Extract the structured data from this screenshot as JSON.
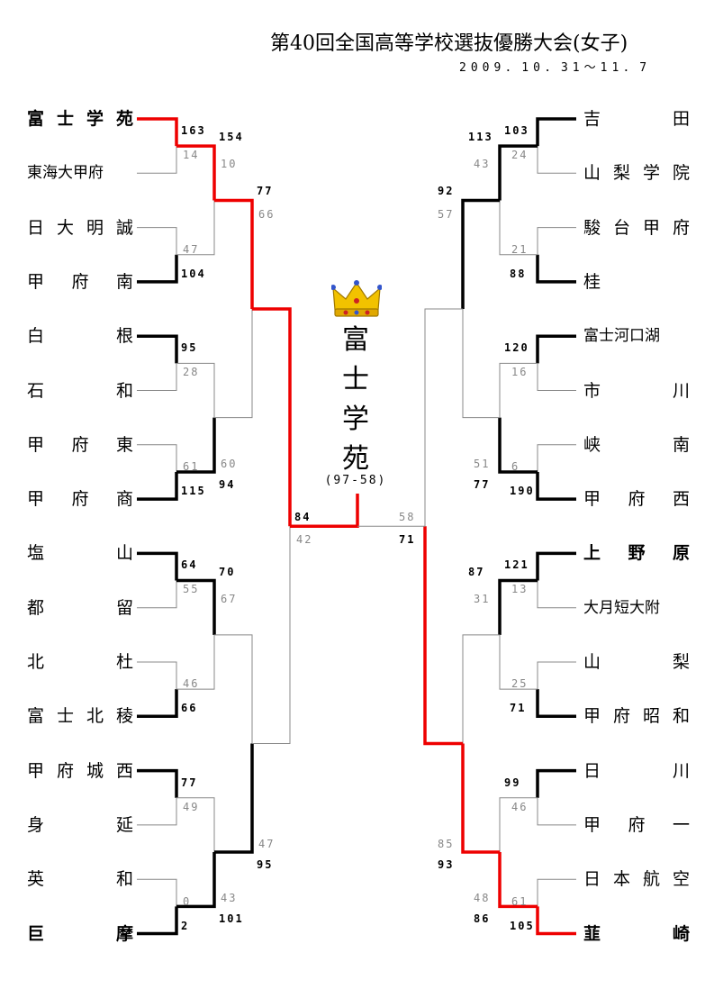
{
  "title": "第40回全国高等学校選抜優勝大会(女子)",
  "dates": "2009．10．31～11．7",
  "champion": {
    "name": "富士学苑",
    "score": "(97-58)"
  },
  "colors": {
    "winner_path": "#ee0000",
    "line": "#000000",
    "thin": "#888888",
    "crown": "#f2c200"
  },
  "left_teams": [
    "富士学苑",
    "東海大甲府",
    "日大明誠",
    "甲府南",
    "白根",
    "石和",
    "甲府東",
    "甲府商",
    "塩山",
    "都留",
    "北杜",
    "富士北稜",
    "甲府城西",
    "身延",
    "英和",
    "巨摩"
  ],
  "right_teams": [
    "吉田",
    "山梨学院",
    "駿台甲府",
    "桂",
    "富士河口湖",
    "市川",
    "峡南",
    "甲府西",
    "上野原",
    "大月短大附",
    "山梨",
    "甲府昭和",
    "日川",
    "甲府一",
    "日本航空",
    "韮崎"
  ],
  "scores": {
    "l1": [
      [
        "163",
        "14"
      ],
      [
        "47",
        "104"
      ],
      [
        "95",
        "28"
      ],
      [
        "61",
        "115"
      ],
      [
        "64",
        "55"
      ],
      [
        "46",
        "66"
      ],
      [
        "77",
        "49"
      ],
      [
        "0",
        "2"
      ]
    ],
    "l2": [
      [
        "154",
        "10"
      ],
      [
        "60",
        "94"
      ],
      [
        "70",
        "67"
      ],
      [
        "43",
        "101"
      ]
    ],
    "l3": [
      [
        "77",
        "66"
      ],
      [
        "47",
        "95"
      ]
    ],
    "l4": [
      "84",
      "42"
    ],
    "r1": [
      [
        "103",
        "24"
      ],
      [
        "21",
        "88"
      ],
      [
        "120",
        "16"
      ],
      [
        "6",
        "190"
      ],
      [
        "121",
        "13"
      ],
      [
        "25",
        "71"
      ],
      [
        "99",
        "46"
      ],
      [
        "61",
        "105"
      ]
    ],
    "r2": [
      [
        "113",
        "43"
      ],
      [
        "51",
        "77"
      ],
      [
        "87",
        "31"
      ],
      [
        "48",
        "86"
      ]
    ],
    "r3": [
      [
        "92",
        "57"
      ],
      [
        "85",
        "93"
      ]
    ],
    "r4": [
      "58",
      "71"
    ]
  }
}
